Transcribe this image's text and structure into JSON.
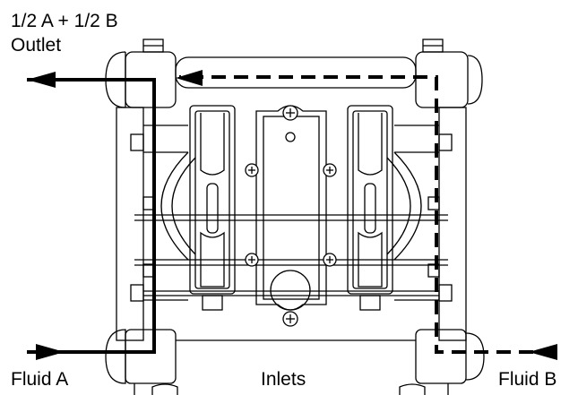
{
  "labels": {
    "outlet_line1": "1/2 A + 1/2 B",
    "outlet_line2": "Outlet",
    "fluid_a": "Fluid A",
    "inlets": "Inlets",
    "fluid_b": "Fluid B"
  },
  "colors": {
    "stroke": "#000000",
    "background": "#ffffff"
  }
}
